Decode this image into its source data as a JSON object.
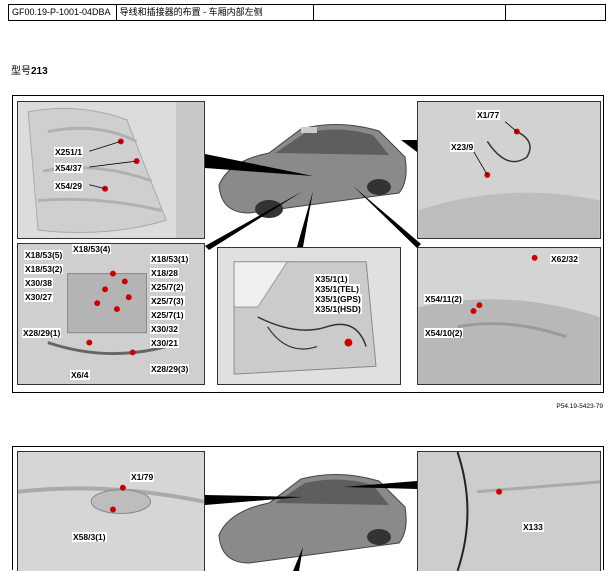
{
  "header": {
    "doc_id": "GF00.19-P-1001-04DBA",
    "title": "导线和插接器的布置 - 车厢内部左侧",
    "col3": "",
    "col4": ""
  },
  "model": {
    "prefix": "型号",
    "number": "213"
  },
  "figure1": {
    "seat_labels": [
      "X251/1",
      "X54/37",
      "X54/29"
    ],
    "right_top_labels": [
      "X1/77",
      "X23/9"
    ],
    "left_bottom_labels": [
      "X18/53(5)",
      "X18/53(4)",
      "X18/53(2)",
      "X18/53(1)",
      "X18/28",
      "X30/38",
      "X25/7(2)",
      "X30/27",
      "X25/7(3)",
      "X25/7(1)",
      "X30/32",
      "X28/29(1)",
      "X30/21",
      "X6/4",
      "X28/29(3)"
    ],
    "door_labels": [
      "X35/1(1)",
      "X35/1(TEL)",
      "X35/1(GPS)",
      "X35/1(HSD)"
    ],
    "rear_labels": [
      "X62/32",
      "X54/11(2)",
      "X54/10(2)"
    ],
    "reference": "P54.19-5423-79"
  },
  "figure2": {
    "left_labels": [
      "X1/79",
      "X58/3(1)"
    ],
    "right_labels": [
      "X133"
    ]
  }
}
